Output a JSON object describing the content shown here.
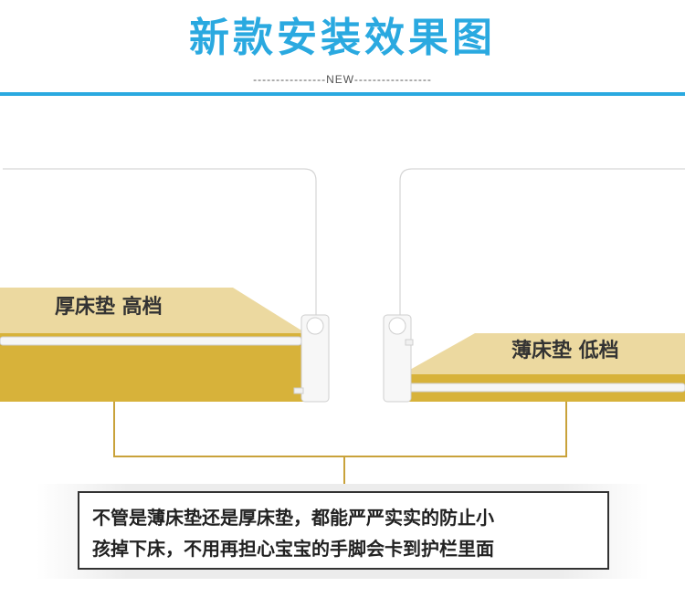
{
  "header": {
    "title": "新款安装效果图",
    "subtitle": "----------------NEW-----------------"
  },
  "left_panel": {
    "label": "厚床垫 高档"
  },
  "right_panel": {
    "label": "薄床垫 低档"
  },
  "note": {
    "line1": "不管是薄床垫还是厚床垫，都能严严实实的防止小",
    "line2": "孩掉下床，不用再担心宝宝的手脚会卡到护栏里面"
  },
  "colors": {
    "accent": "#2aa9e0",
    "mattress_top": "#ecd9a0",
    "mattress_side": "#d7b23a",
    "connector": "#c9a23a"
  }
}
